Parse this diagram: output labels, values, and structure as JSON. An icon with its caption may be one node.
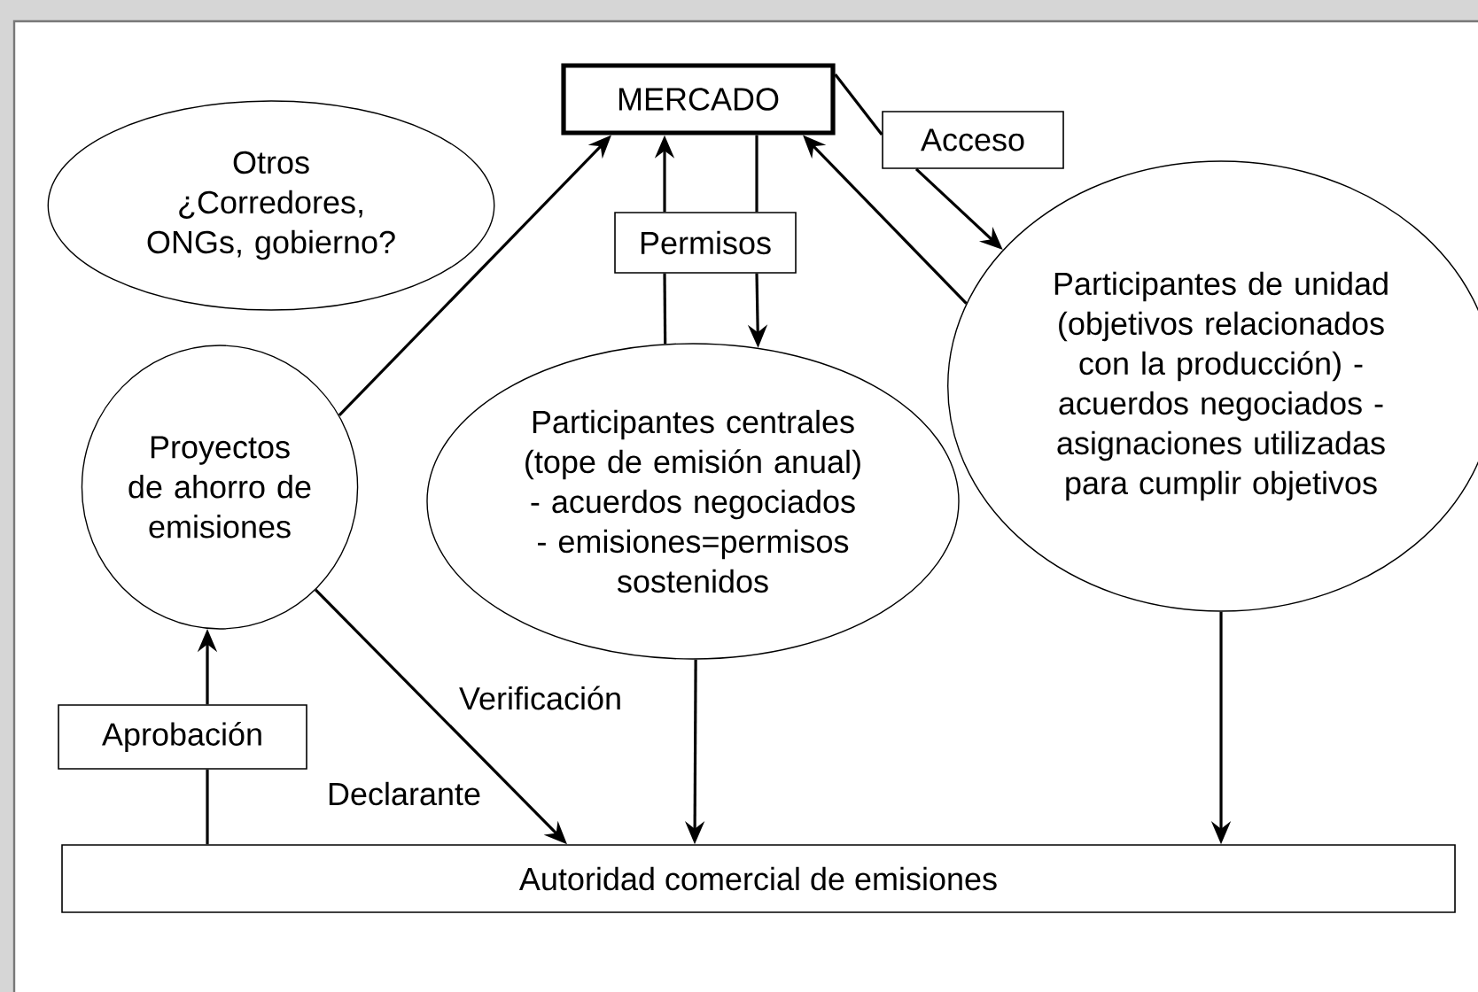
{
  "diagram": {
    "nodes": [
      {
        "text": [
          "MERCADO"
        ]
      },
      {
        "text": [
          "Otros",
          "¿Corredores, ONGs, gobierno?"
        ]
      },
      {
        "text": [
          "Proyectos de ahorro de emisiones"
        ]
      },
      {
        "text": [
          "Permisos"
        ]
      },
      {
        "text": [
          "Acceso"
        ]
      },
      {
        "text": [
          "Participantes centrales (tope de emisión anual) - acuerdos negociados - emisiones=permisos sostenidos"
        ]
      },
      {
        "text": [
          "Participantes de unidad (objetivos relacionados con la producción) - acuerdos negociados - asignaciones utilizadas para cumplir objetivos"
        ]
      },
      {
        "text": [
          "Aprobación"
        ]
      },
      {
        "text": [
          "Autoridad comercial de emisiones"
        ]
      }
    ],
    "edges": [
      {
        "from": 2,
        "to": 0,
        "arrow": "to"
      },
      {
        "from": 5,
        "to": 3,
        "arrow": "none"
      },
      {
        "from": 3,
        "to": 0,
        "arrow": "to"
      },
      {
        "from": 0,
        "to": 3,
        "arrow": "none"
      },
      {
        "from": 3,
        "to": 5,
        "arrow": "to"
      },
      {
        "from": 0,
        "to": 4,
        "arrow": "none"
      },
      {
        "from": 4,
        "to": 6,
        "arrow": "to"
      },
      {
        "from": 6,
        "to": 0,
        "arrow": "to"
      },
      {
        "from": 2,
        "to": 8,
        "arrow": "to",
        "label": "Verificación"
      },
      {
        "from": 5,
        "to": 8,
        "arrow": "to"
      },
      {
        "from": 6,
        "to": 8,
        "arrow": "to"
      },
      {
        "from": 8,
        "to": 7,
        "arrow": "none"
      },
      {
        "from": 7,
        "to": 2,
        "arrow": "to"
      }
    ],
    "labels": [
      "Declarante"
    ]
  }
}
